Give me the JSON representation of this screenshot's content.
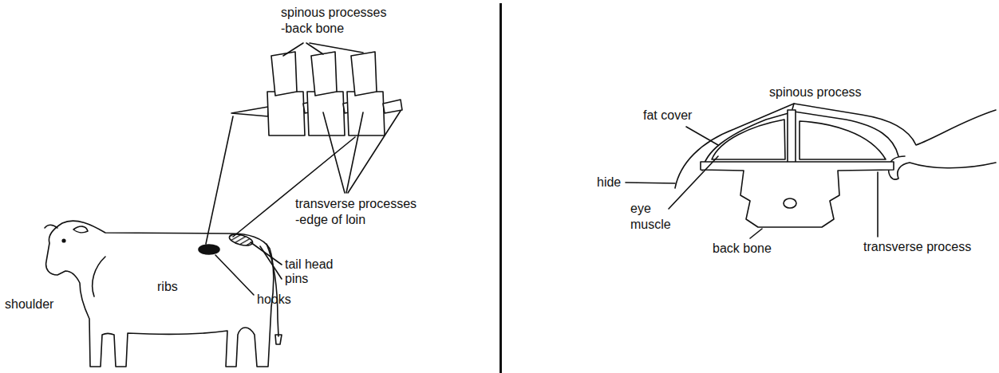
{
  "diagram": {
    "labels": [
      "spinous processes -back bone",
      "transverse processes -edge of loin",
      "tail head",
      "pins",
      "hooks",
      "shoulder",
      "ribs",
      "fat cover",
      "spinous process",
      "hide",
      "eye muscle",
      "back bone",
      "transverse process"
    ]
  }
}
